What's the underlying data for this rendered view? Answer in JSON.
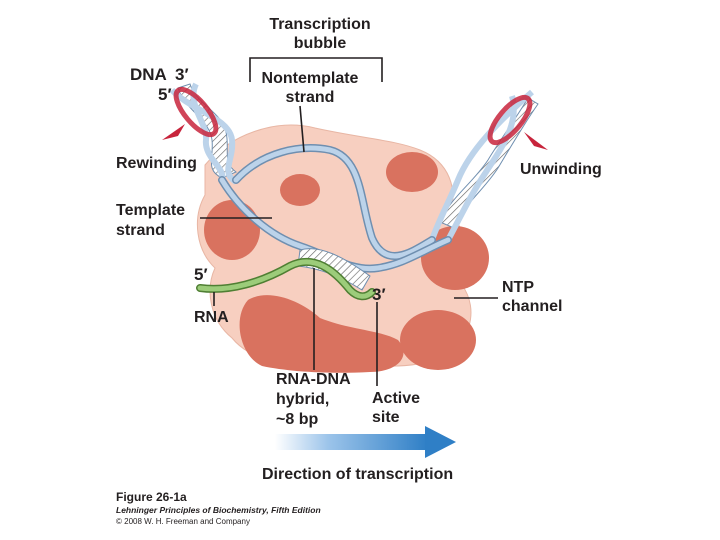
{
  "labels": {
    "transcription_bubble_line1": "Transcription",
    "transcription_bubble_line2": "bubble",
    "dna": "DNA",
    "dna_3prime": "3′",
    "dna_5prime": "5′",
    "nontemplate_line1": "Nontemplate",
    "nontemplate_line2": "strand",
    "rewinding": "Rewinding",
    "unwinding": "Unwinding",
    "template_line1": "Template",
    "template_line2": "strand",
    "rna_5prime": "5′",
    "rna": "RNA",
    "rna_3prime": "3′",
    "ntp_line1": "NTP",
    "ntp_line2": "channel",
    "hybrid_line1": "RNA-DNA",
    "hybrid_line2": "hybrid,",
    "hybrid_line3": "~8 bp",
    "active_line1": "Active",
    "active_line2": "site",
    "direction": "Direction of transcription"
  },
  "caption": {
    "figure": "Figure 26-1a",
    "book": "Lehninger Principles of Biochemistry, Fifth Edition",
    "copyright": "© 2008 W. H. Freeman and Company"
  },
  "colors": {
    "enzyme_body": "#f7cfc0",
    "enzyme_lobe": "#d9725f",
    "dna_strand": "#bcd3ea",
    "dna_strand_edge": "#6f8fb0",
    "rna_strand": "#7cae5a",
    "torque_arrow": "#c8243c",
    "direction_arrow": "#2f7fc6"
  }
}
